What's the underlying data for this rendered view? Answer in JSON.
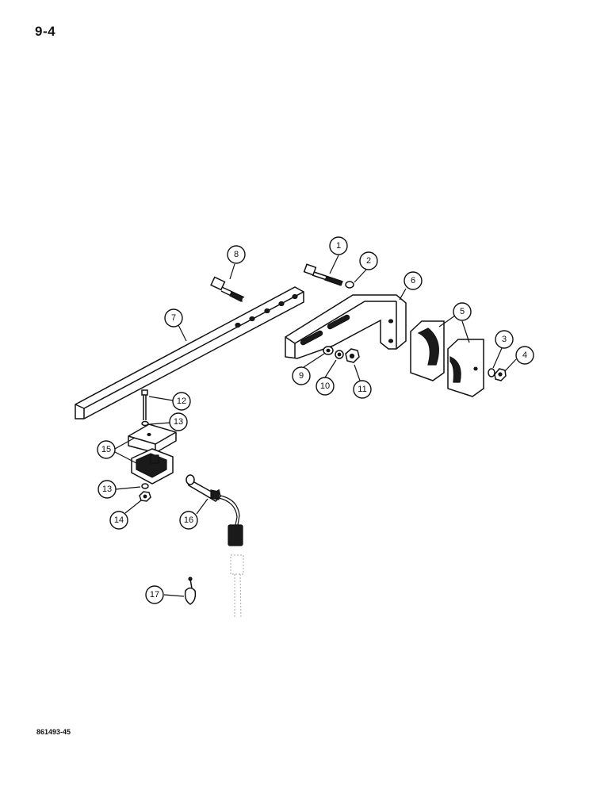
{
  "page_number": "9-4",
  "figure_code": "861493-45",
  "callouts": [
    "1",
    "2",
    "3",
    "4",
    "5",
    "6",
    "7",
    "8",
    "9",
    "10",
    "11",
    "12",
    "13",
    "13",
    "14",
    "15",
    "16",
    "17"
  ]
}
